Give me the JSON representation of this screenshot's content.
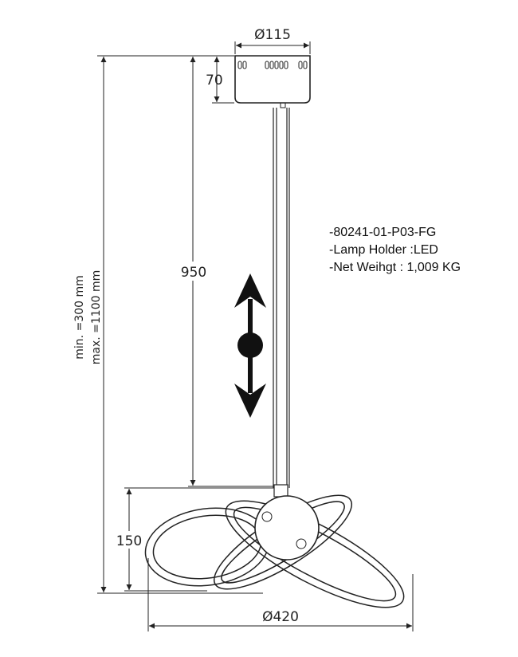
{
  "dimensions": {
    "canopy_diameter": "Ø115",
    "canopy_height": "70",
    "drop_length": "950",
    "fixture_height": "150",
    "fixture_diameter": "Ø420",
    "total_min": "min. =300 mm",
    "total_max": "max. =1100 mm"
  },
  "spec": {
    "line1": "-80241-01-P03-FG",
    "line2": "-Lamp Holder :LED",
    "line3": "-Net Weihgt : 1,009 KG"
  },
  "icons": {
    "adjust": "vertical-adjust-arrows-icon"
  },
  "colors": {
    "line": "#222222"
  }
}
